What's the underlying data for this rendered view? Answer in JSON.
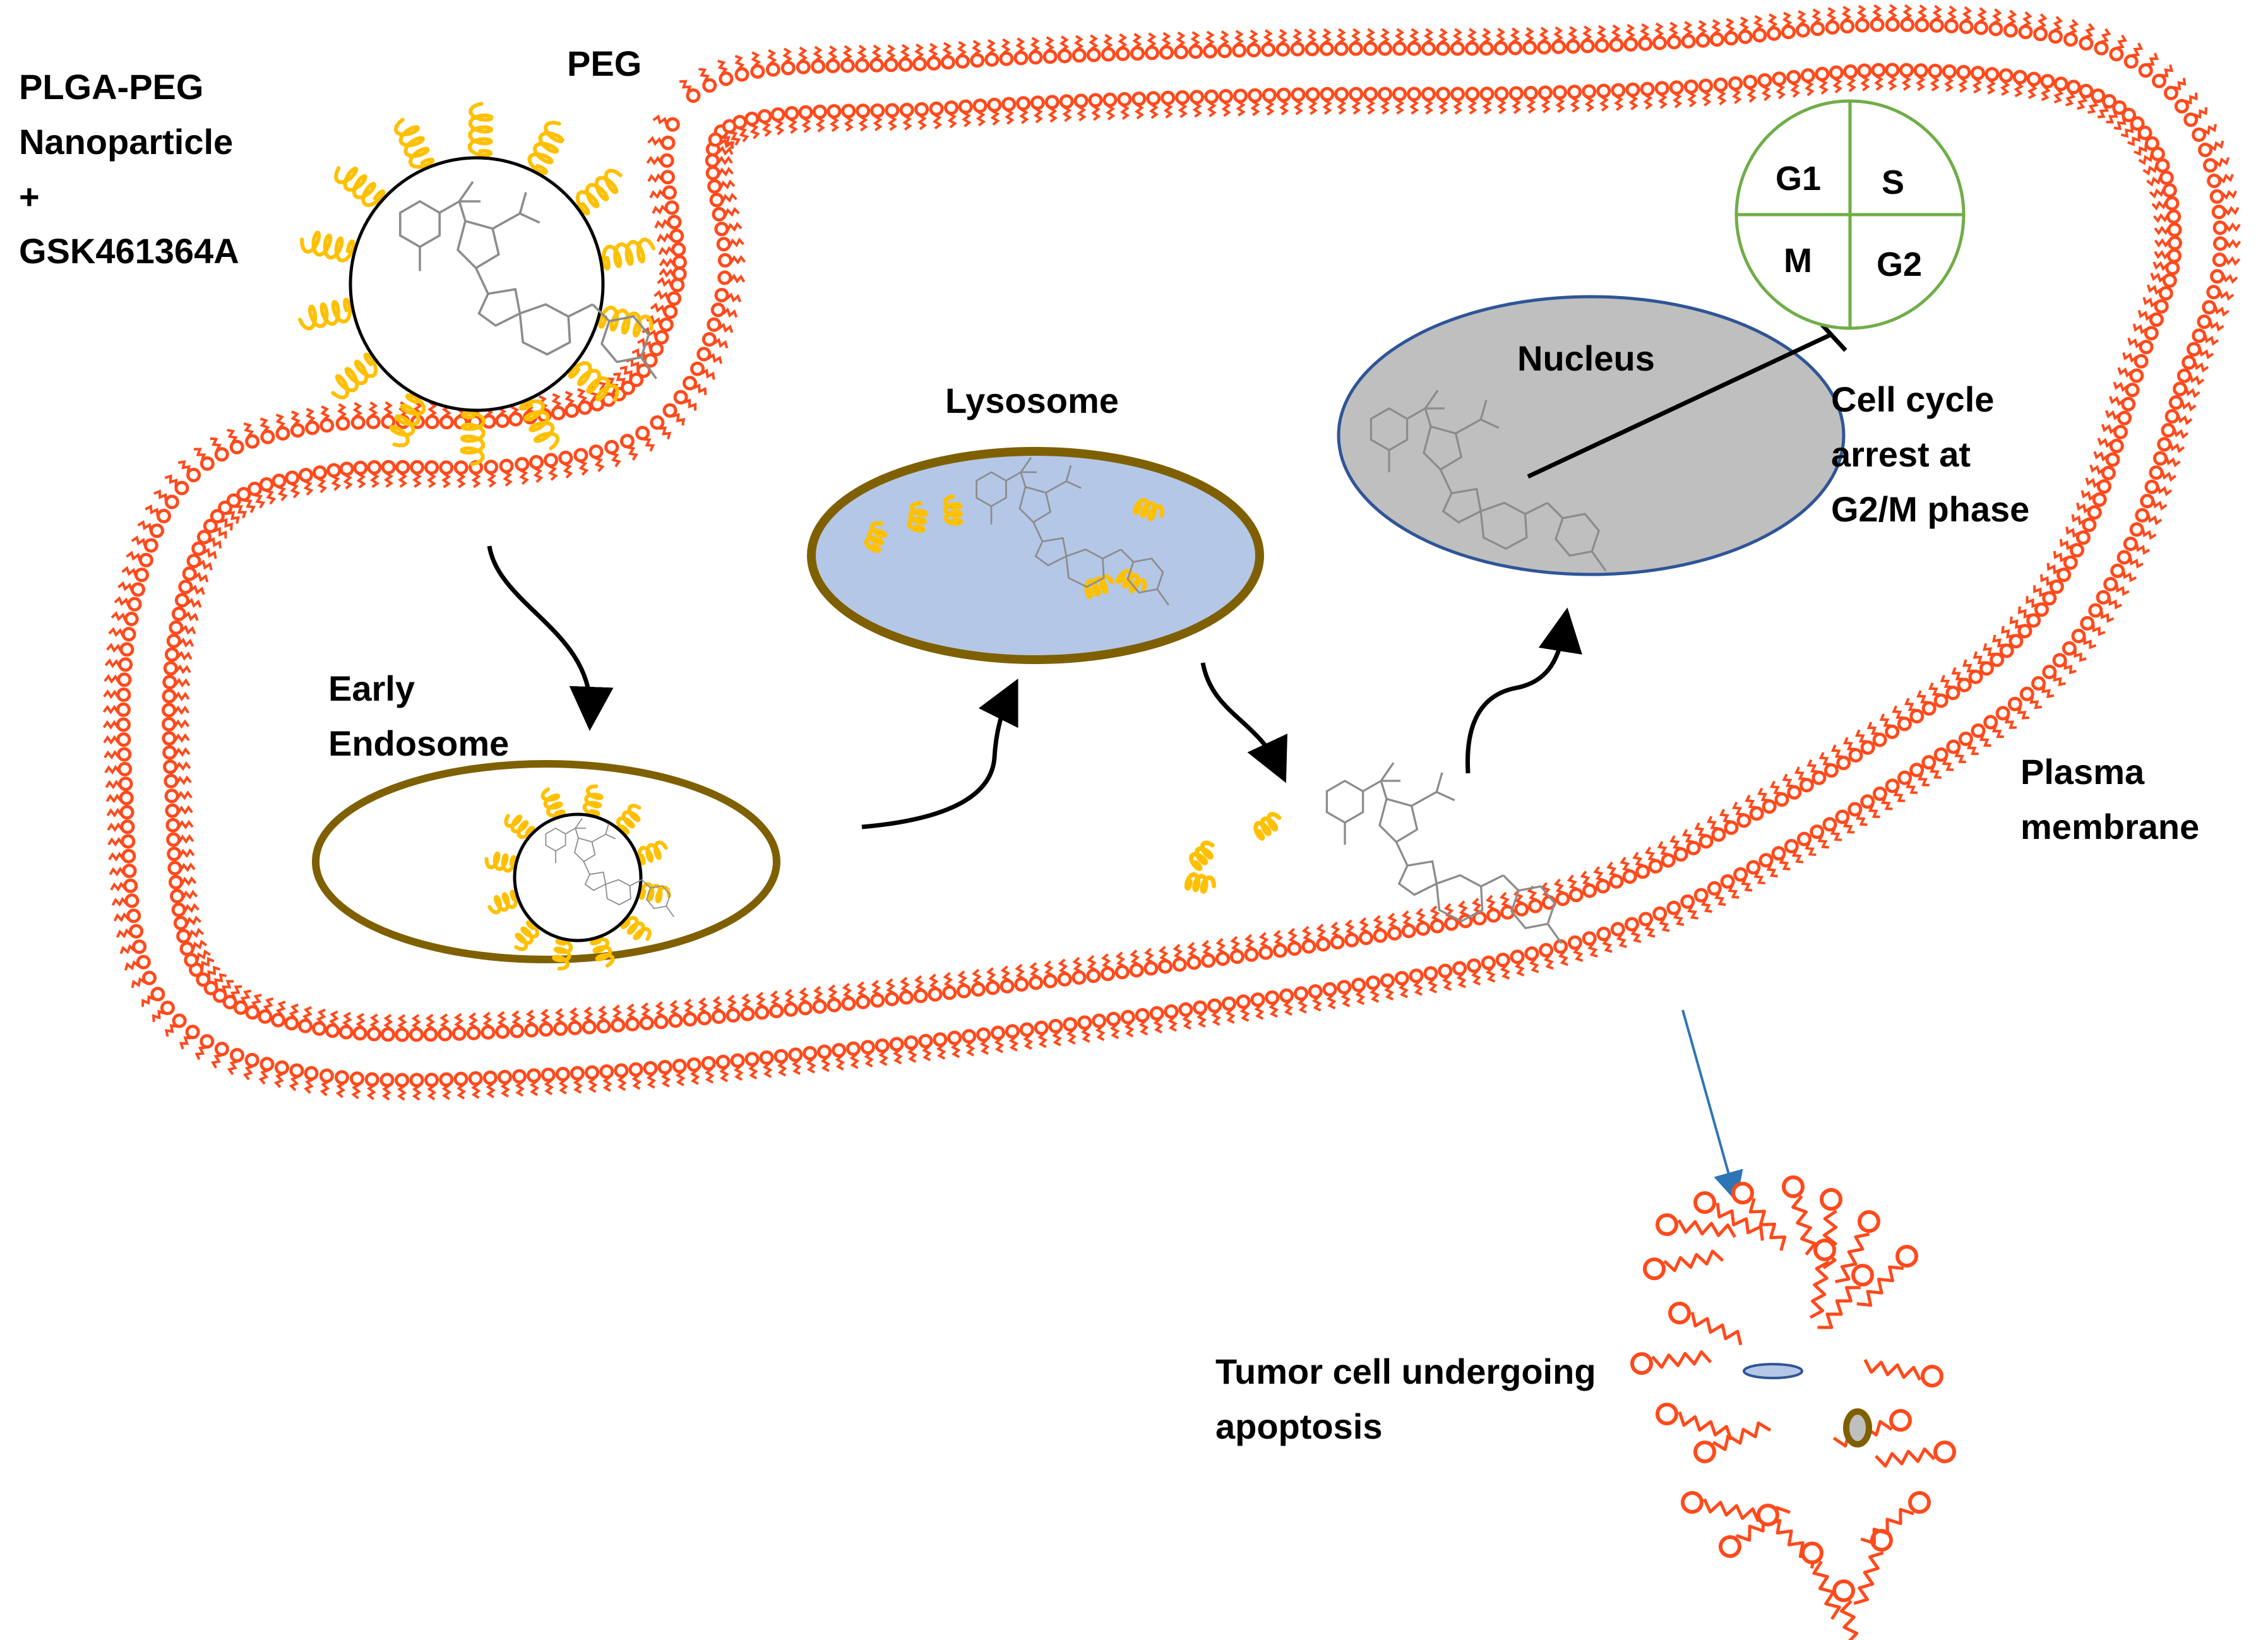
{
  "labels": {
    "np_line1": "PLGA-PEG",
    "np_line2": "Nanoparticle",
    "np_line3": "+",
    "np_line4": "GSK461364A",
    "peg": "PEG",
    "early_line1": "Early",
    "early_line2": "Endosome",
    "lysosome": "Lysosome",
    "nucleus": "Nucleus",
    "arrest_line1": "Cell cycle",
    "arrest_line2": "arrest at",
    "arrest_line3": "G2/M phase",
    "plasma_line1": "Plasma",
    "plasma_line2": "membrane",
    "apoptosis_line1": "Tumor cell undergoing",
    "apoptosis_line2": "apoptosis"
  },
  "cell_cycle": {
    "g1": "G1",
    "s": "S",
    "m": "M",
    "g2": "G2"
  },
  "colors": {
    "membrane": "#ff4a1c",
    "peg": "#ffc000",
    "vesicle": "#7f6000",
    "lysosome_fill": "#b4c7e7",
    "nucleus_fill": "#bfbfbf",
    "nucleus_outline": "#2f5597",
    "cell_cycle": "#70ad47",
    "arrow_blue": "#2e75b6",
    "drug": "#8c8c8c"
  }
}
